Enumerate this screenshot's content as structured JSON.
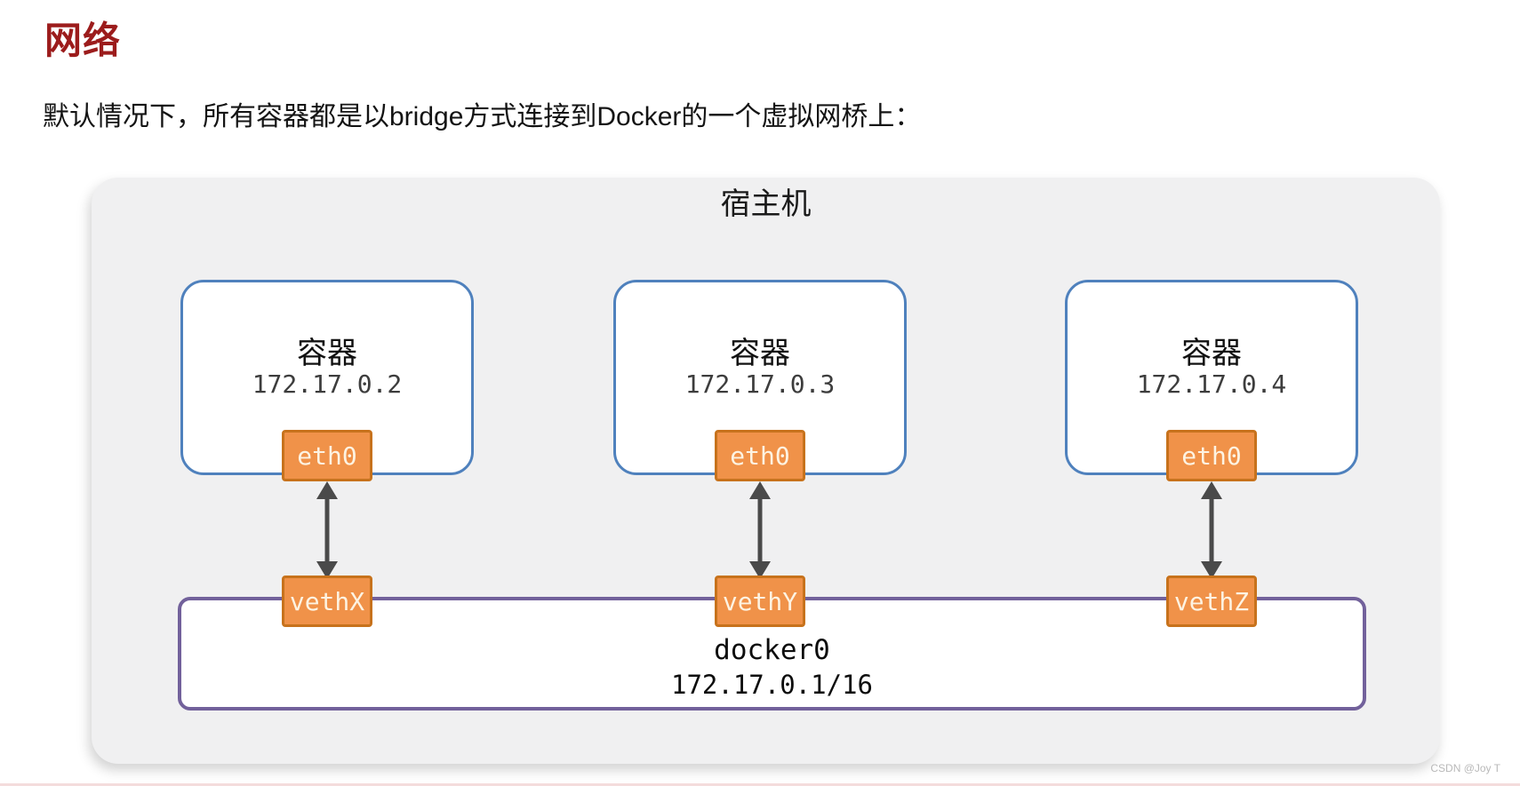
{
  "page": {
    "title": "网络",
    "intro": "默认情况下，所有容器都是以bridge方式连接到Docker的一个虚拟网桥上：",
    "watermark": "CSDN @Joy T"
  },
  "diagram": {
    "host_label": "宿主机",
    "containers": [
      {
        "label": "容器",
        "ip": "172.17.0.2",
        "interface": "eth0",
        "veth": "vethX"
      },
      {
        "label": "容器",
        "ip": "172.17.0.3",
        "interface": "eth0",
        "veth": "vethY"
      },
      {
        "label": "容器",
        "ip": "172.17.0.4",
        "interface": "eth0",
        "veth": "vethZ"
      }
    ],
    "bridge": {
      "name": "docker0",
      "cidr": "172.17.0.1/16"
    },
    "colors": {
      "heading": "#9c1c1c",
      "host_background": "#f0f0f1",
      "container_border": "#4f81bd",
      "bridge_border": "#72619b",
      "nic_fill": "#f09249",
      "nic_border": "#c7721c",
      "nic_text": "#fdf3e2",
      "arrow": "#4a4a4a"
    }
  }
}
